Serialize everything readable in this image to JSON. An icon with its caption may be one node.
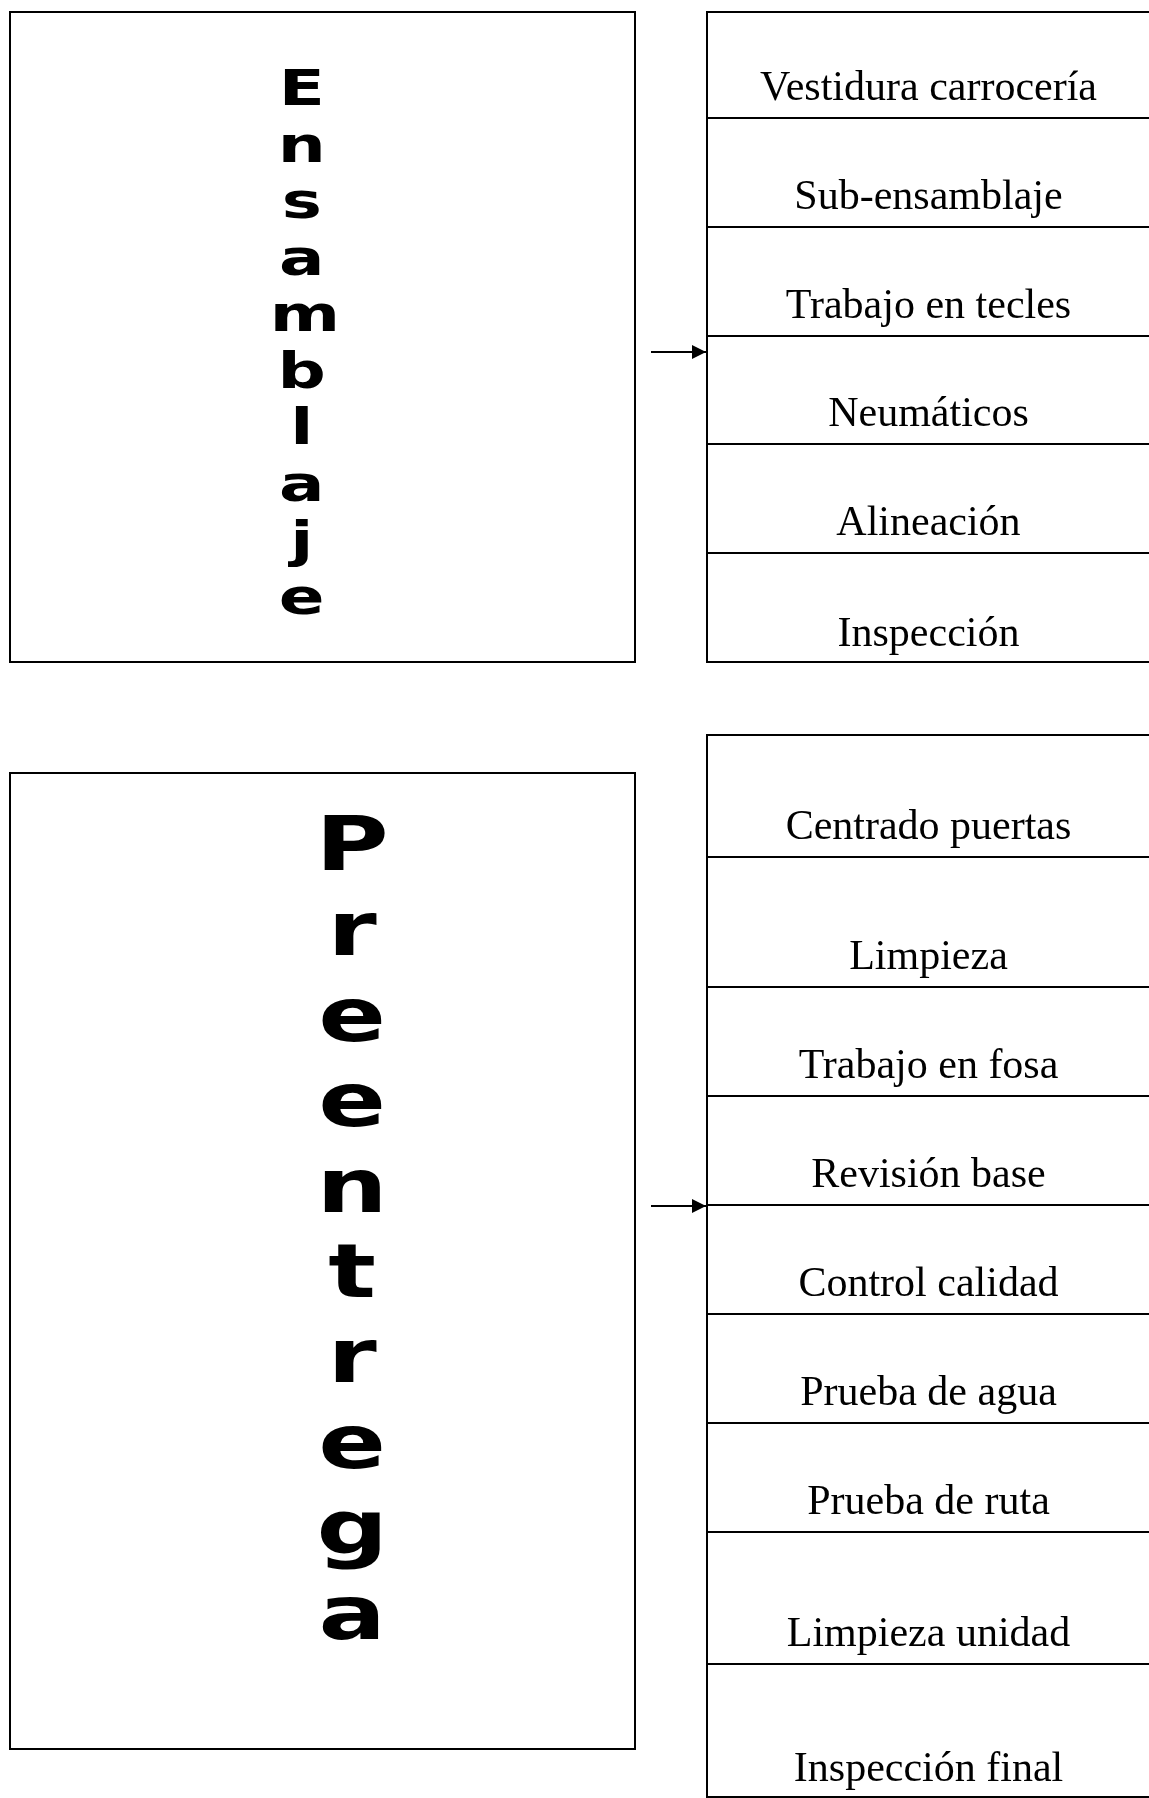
{
  "diagram": {
    "nodes": [
      {
        "text": [
          "Ensamblaje"
        ]
      },
      {
        "text": [],
        "shape": "box"
      },
      {
        "text": [
          "Vestidura carrocería"
        ],
        "in": 1
      },
      {
        "text": [
          "Sub-ensamblaje"
        ],
        "in": 1
      },
      {
        "text": [
          "Trabajo en tecles"
        ],
        "in": 1
      },
      {
        "text": [
          "Neumáticos"
        ],
        "in": 1
      },
      {
        "text": [
          "Alineación"
        ],
        "in": 1
      },
      {
        "text": [
          "Inspección"
        ],
        "in": 1
      },
      {
        "text": [
          "Preentrega"
        ]
      },
      {
        "text": [],
        "shape": "box"
      },
      {
        "text": [
          "Centrado puertas"
        ],
        "in": 9
      },
      {
        "text": [
          "Limpieza"
        ],
        "in": 9
      },
      {
        "text": [
          "Trabajo en fosa"
        ],
        "in": 9
      },
      {
        "text": [
          "Revisión base"
        ],
        "in": 9
      },
      {
        "text": [
          "Control calidad"
        ],
        "in": 9
      },
      {
        "text": [
          "Prueba de agua"
        ],
        "in": 9
      },
      {
        "text": [
          "Prueba de ruta"
        ],
        "in": 9
      },
      {
        "text": [
          "Limpieza unidad"
        ],
        "in": 9
      },
      {
        "text": [
          "Inspección final"
        ],
        "in": 9
      }
    ],
    "edges": [
      {
        "from": 0,
        "to": 1,
        "arrow": "to"
      },
      {
        "from": 8,
        "to": 9,
        "arrow": "to"
      }
    ]
  }
}
